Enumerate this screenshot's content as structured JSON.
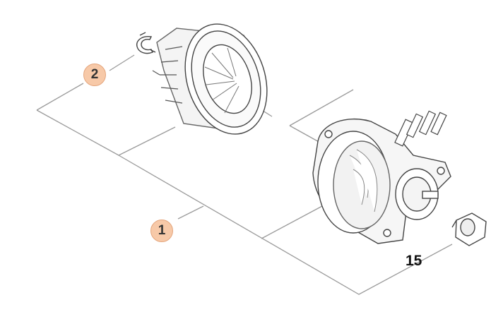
{
  "callouts": [
    {
      "label": "2",
      "style": "bubble",
      "color": "#f7c9a8"
    },
    {
      "label": "1",
      "style": "bubble",
      "color": "#f7c9a8"
    },
    {
      "label": "15",
      "style": "plain"
    }
  ],
  "colors": {
    "line": "#9a9a9a",
    "part_stroke": "#444444",
    "bubble": "#f7c9a8"
  },
  "parts": [
    "circlip",
    "fan-wheel",
    "motor-assembly",
    "plug-nut"
  ]
}
